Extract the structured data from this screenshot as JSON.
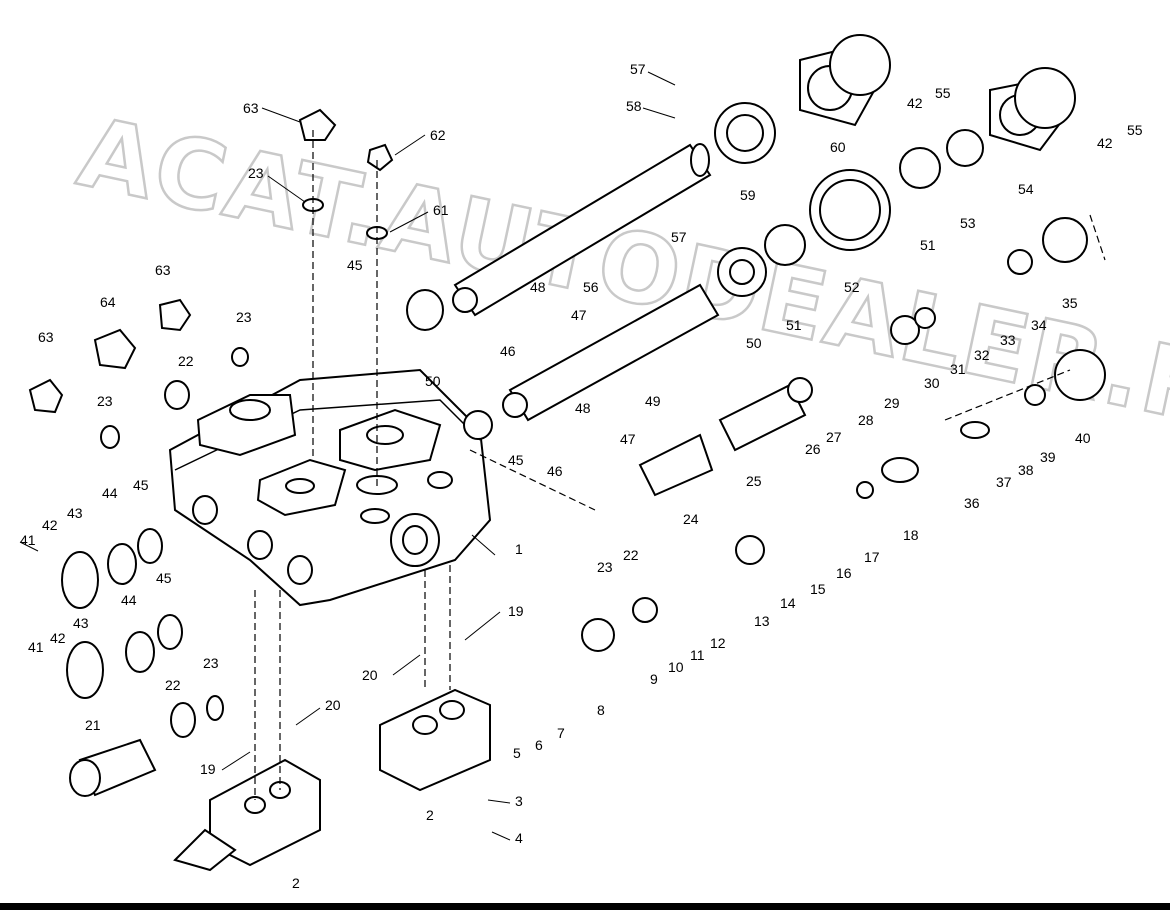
{
  "watermark": "ACAT.AUTODEALER.RU",
  "labels": [
    "1",
    "2",
    "2",
    "3",
    "4",
    "5",
    "6",
    "7",
    "8",
    "9",
    "10",
    "11",
    "12",
    "13",
    "14",
    "15",
    "16",
    "17",
    "18",
    "19",
    "19",
    "20",
    "20",
    "21",
    "22",
    "22",
    "22",
    "23",
    "23",
    "23",
    "23",
    "23",
    "24",
    "25",
    "26",
    "27",
    "28",
    "29",
    "30",
    "31",
    "32",
    "33",
    "34",
    "35",
    "36",
    "37",
    "38",
    "39",
    "40",
    "41",
    "41",
    "42",
    "42",
    "42",
    "42",
    "43",
    "43",
    "44",
    "44",
    "45",
    "45",
    "45",
    "45",
    "46",
    "46",
    "47",
    "47",
    "48",
    "48",
    "49",
    "50",
    "50",
    "51",
    "51",
    "52",
    "53",
    "54",
    "55",
    "55",
    "56",
    "57",
    "57",
    "58",
    "59",
    "60",
    "61",
    "62",
    "63",
    "63",
    "63",
    "64"
  ]
}
